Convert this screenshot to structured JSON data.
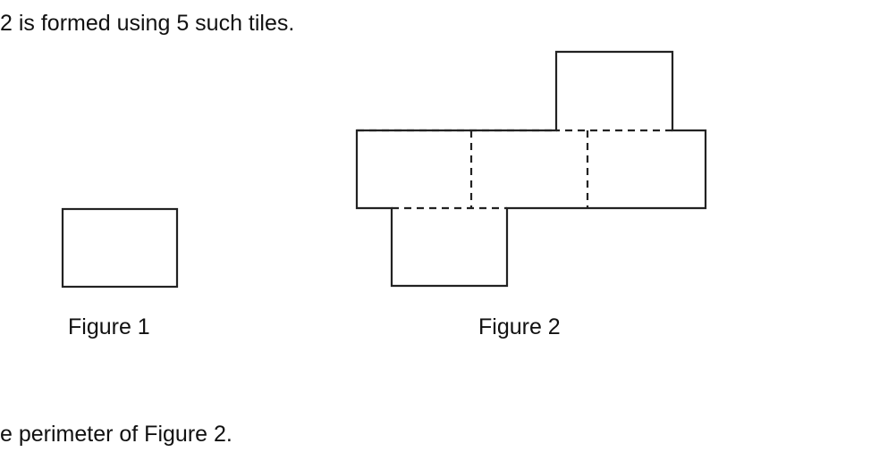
{
  "text": {
    "line_top": "2 is formed using 5 such tiles.",
    "line_bottom": "e perimeter of Figure 2."
  },
  "figures": {
    "figure1_caption": "Figure 1",
    "figure2_caption": "Figure 2"
  }
}
